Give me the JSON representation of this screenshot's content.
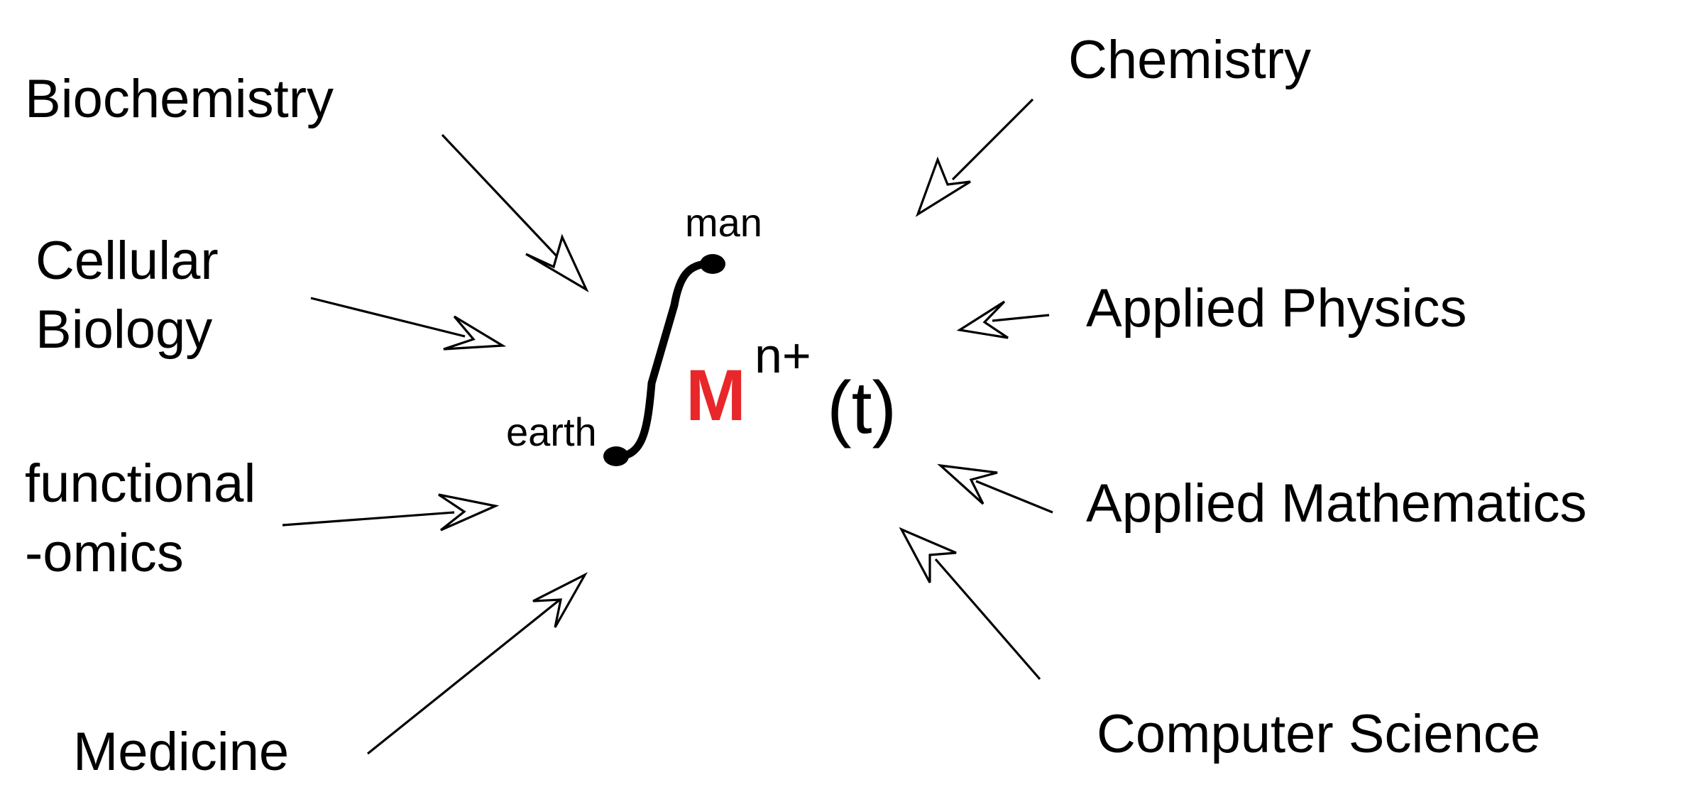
{
  "disciplines": {
    "biochemistry": "Biochemistry",
    "cellular_line1": "Cellular",
    "cellular_line2": "Biology",
    "functional_line1": "functional",
    "functional_line2": "-omics",
    "medicine": "Medicine",
    "chemistry": "Chemistry",
    "applied_physics": "Applied Physics",
    "applied_mathematics": "Applied Mathematics",
    "computer_science": "Computer Science"
  },
  "formula": {
    "upper_limit": "man",
    "lower_limit": "earth",
    "symbol": "M",
    "superscript": "n+",
    "argument": "(t)"
  },
  "colors": {
    "text": "#000000",
    "symbol": "#e8272b",
    "arrow_fill": "#ffffff"
  }
}
